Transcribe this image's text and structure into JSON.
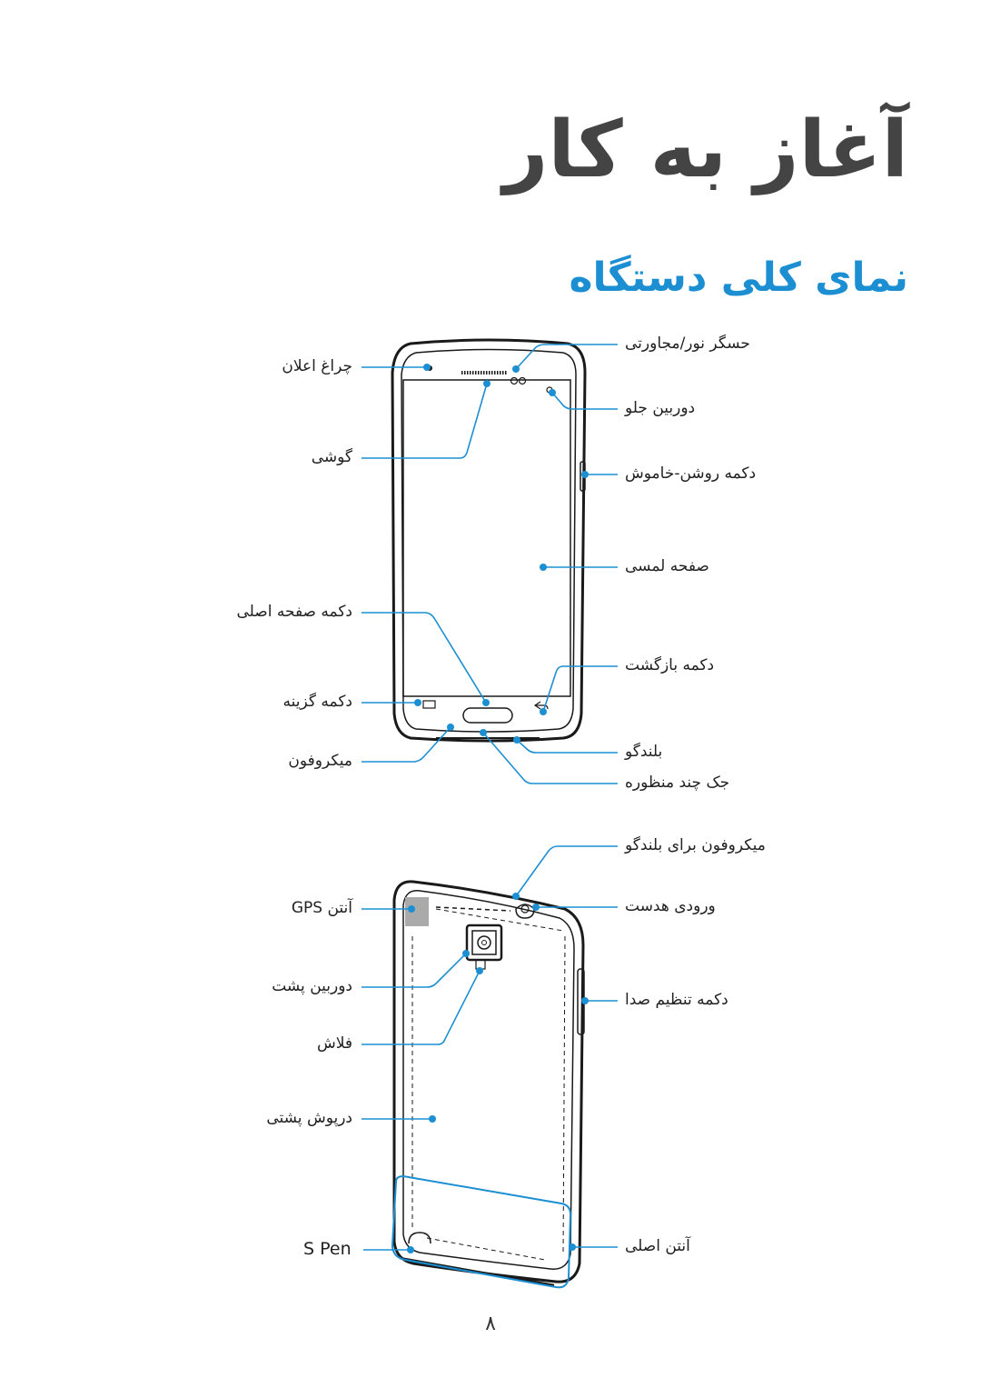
{
  "header": {
    "chapter_title": "آغاز به کار",
    "section_title": "نمای کلی دستگاه"
  },
  "front": {
    "labels": {
      "notification_light": "چراغ اعلان",
      "earpiece": "گوشی",
      "proximity_sensor": "حسگر نور/مجاورتی",
      "front_camera": "دوربین جلو",
      "power_key": "دکمه روشن-خاموش",
      "touchscreen": "صفحه لمسی",
      "home_key": "دکمه صفحه اصلی",
      "back_key": "دکمه بازگشت",
      "menu_key": "دکمه گزینه",
      "speaker": "بلندگو",
      "microphone": "میکروفون",
      "multipurpose_jack": "جک چند منظوره"
    }
  },
  "back": {
    "labels": {
      "speaker_mic": "میکروفون برای بلندگو",
      "gps_antenna": "آنتن GPS",
      "headset_jack": "ورودی هدست",
      "rear_camera": "دوربین پشت",
      "volume_key": "دکمه تنظیم صدا",
      "flash": "فلاش",
      "back_cover": "درپوش پشتی",
      "s_pen": "S Pen",
      "main_antenna": "آنتن اصلی"
    }
  },
  "page": {
    "number": "٨"
  },
  "colors": {
    "accent": "#1c8fd3",
    "line": "#1a1a1a"
  }
}
